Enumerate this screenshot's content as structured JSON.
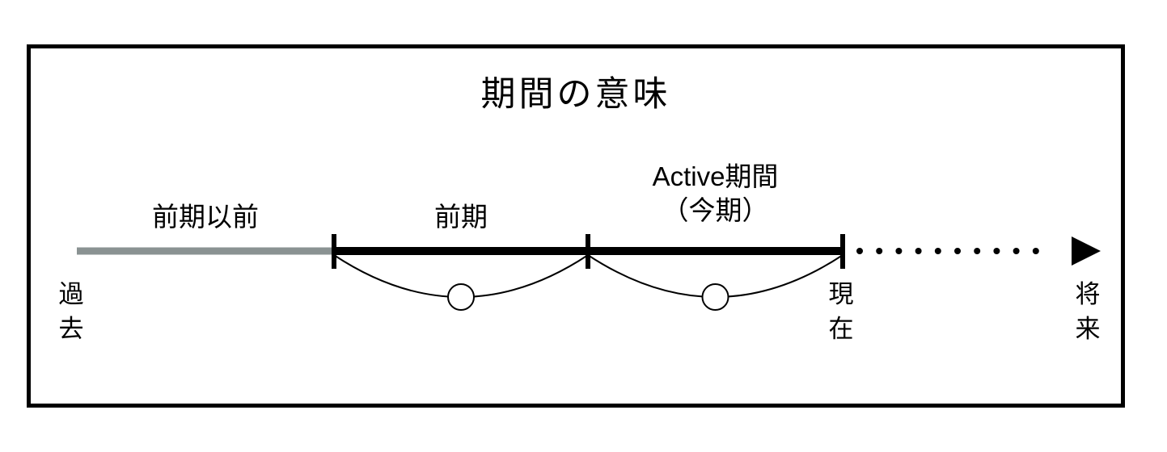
{
  "title": "期間の意味",
  "timeline": {
    "segments": [
      {
        "label": "前期以前",
        "color": "#8a9292"
      },
      {
        "label": "前期",
        "color": "#000000"
      },
      {
        "label": "Active期間",
        "label2": "（今期）",
        "color": "#000000"
      }
    ],
    "axis_labels": {
      "past": "過去",
      "present": "現在",
      "future": "将来"
    }
  },
  "colors": {
    "prior_segment": "#8a9292",
    "line": "#000000",
    "background": "#ffffff"
  }
}
